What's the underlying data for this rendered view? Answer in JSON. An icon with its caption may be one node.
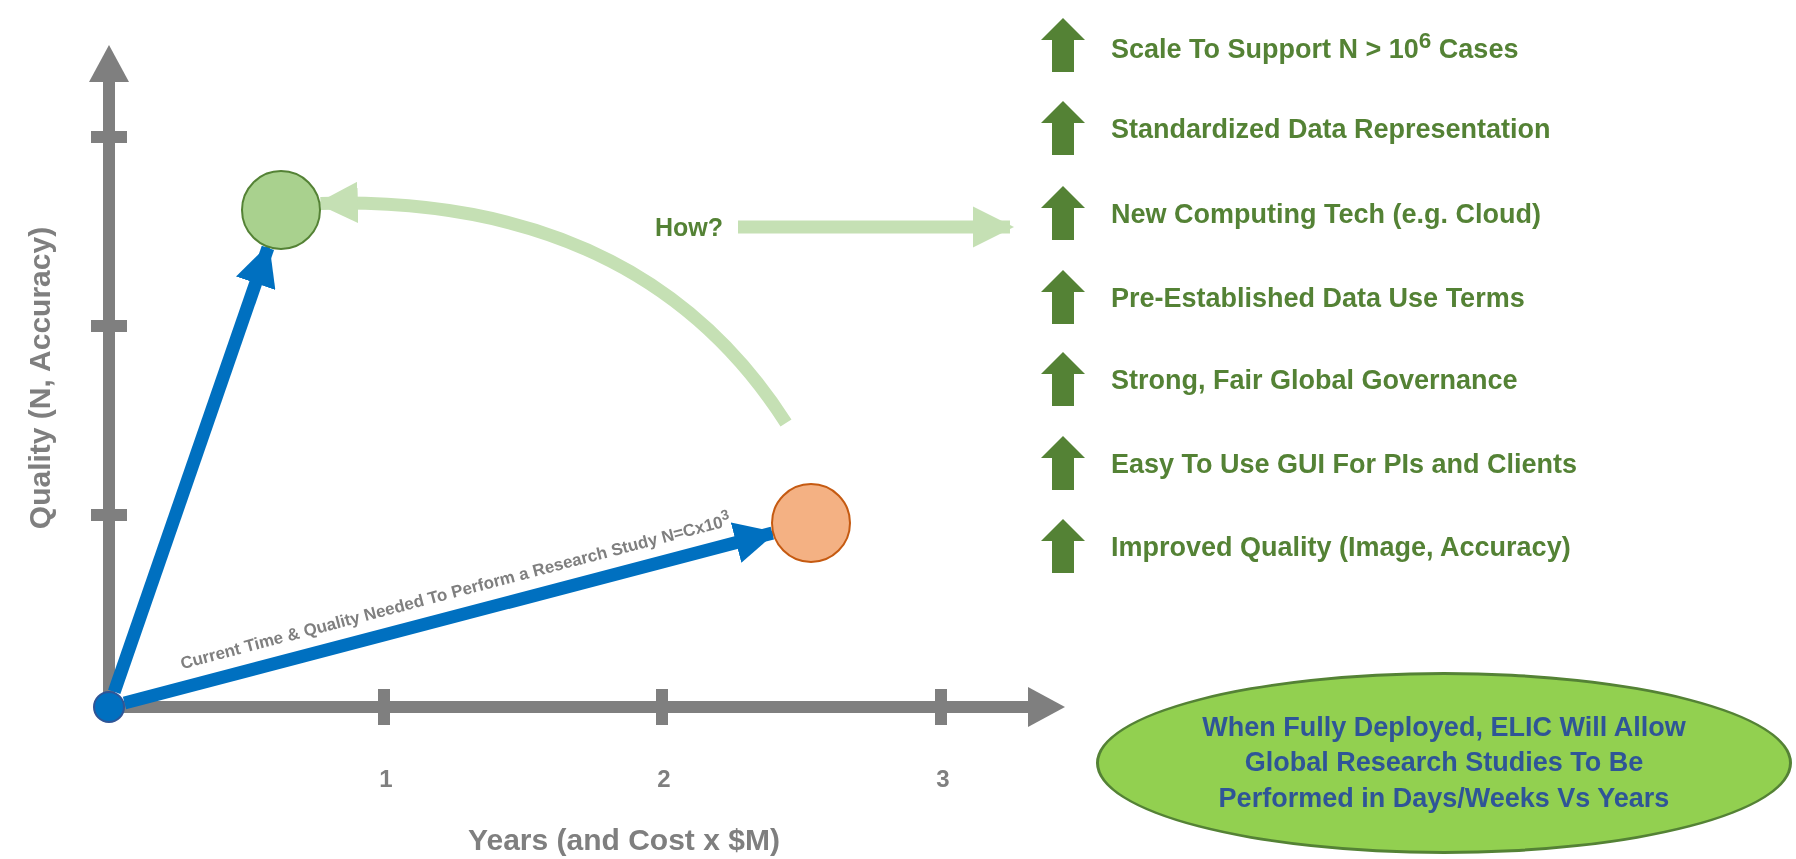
{
  "diagram": {
    "nodes": [
      {
        "text": [],
        "shape": "circle"
      },
      {
        "text": [],
        "shape": "circle"
      },
      {
        "text": [],
        "shape": "circle"
      },
      {
        "text": [
          "How?"
        ]
      },
      {
        "text": [
          "When Fully Deployed, ELIC Will Allow Global Research Studies To Be Performed in Days/Weeks Vs Years"
        ]
      }
    ],
    "edges": [
      {
        "from": 0,
        "to": 1,
        "arrow": "to",
        "label": "Current Time & Quality Needed To Perform a Research Study N=Cx10$^{3}$",
        "color": "#0070c0"
      },
      {
        "from": 0,
        "to": 2,
        "arrow": "to",
        "color": "#0070c0"
      },
      {
        "from": 1,
        "to": 2,
        "arrow": "to",
        "color": "#c5e0b4"
      },
      {
        "from": 3,
        "to": null,
        "arrow": "to",
        "color": "#c5e0b4"
      }
    ],
    "labels": [
      "Quality (N, Accuracy)",
      "1",
      "2",
      "3",
      "Years (and Cost x $M)",
      "Scale To Support N > 10$^{6}$ Cases",
      "Standardized Data Representation",
      "New Computing Tech (e.g. Cloud)",
      "Pre-Established Data Use Terms",
      "Strong, Fair Global Governance",
      "Easy To Use GUI For PIs and Clients",
      "Improved Quality (Image, Accuracy)"
    ]
  }
}
